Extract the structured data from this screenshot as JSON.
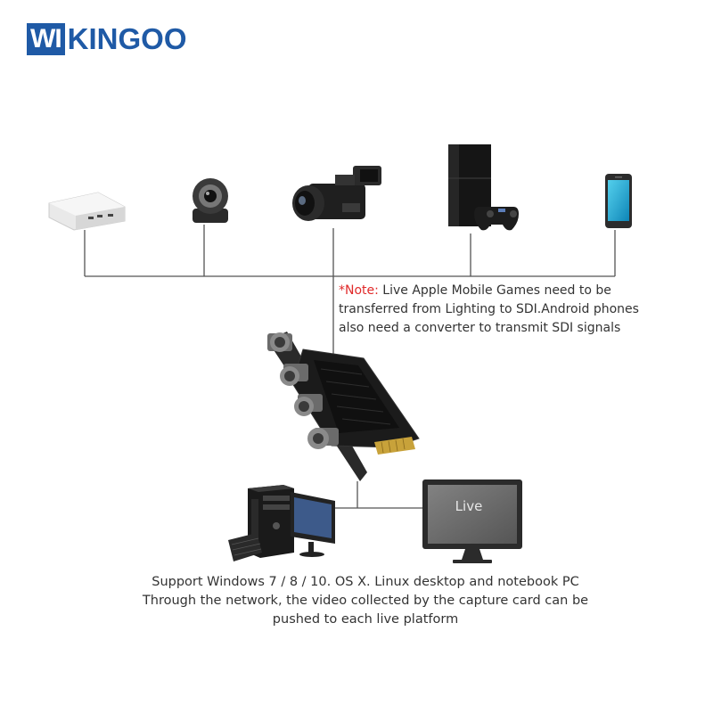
{
  "logo": {
    "part1": "WI",
    "part2": "KINGOO"
  },
  "note": {
    "prefix": "*Note:",
    "line1": " Live Apple Mobile Games need to be",
    "line2": "transferred from Lighting to SDI.Android phones",
    "line3": "also need a converter to transmit SDI signals"
  },
  "monitor": {
    "label": "Live"
  },
  "support": {
    "line1": "Support Windows 7 / 8 / 10. OS X. Linux desktop and notebook PC",
    "line2": "Through the network, the video collected by the capture card can be",
    "line3": "pushed to each live platform"
  },
  "colors": {
    "brand": "#1f5aa6",
    "note_red": "#e02a2a",
    "line": "#555555"
  },
  "devices": [
    {
      "icon": "set-top-box-icon"
    },
    {
      "icon": "conference-camera-icon"
    },
    {
      "icon": "camcorder-icon"
    },
    {
      "icon": "game-console-icon"
    },
    {
      "icon": "smartphone-icon"
    },
    {
      "icon": "capture-card-icon"
    },
    {
      "icon": "desktop-pc-icon"
    },
    {
      "icon": "monitor-icon"
    }
  ]
}
